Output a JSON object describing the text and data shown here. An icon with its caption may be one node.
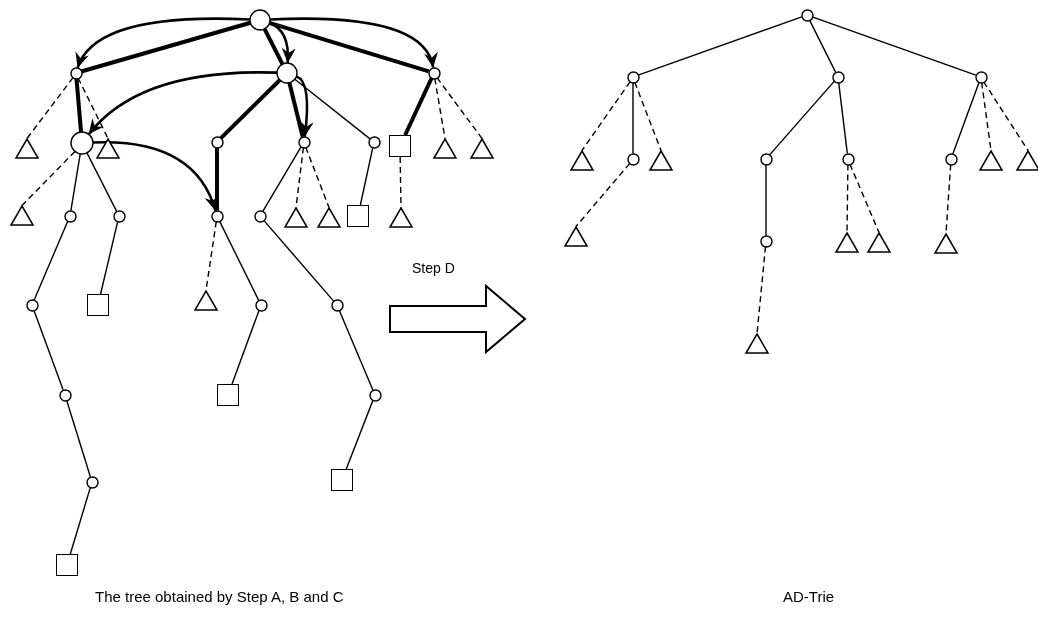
{
  "diagram": {
    "nodes": [
      {
        "text": [],
        "shape": "circle"
      },
      {
        "text": [],
        "shape": "circle"
      },
      {
        "text": [],
        "shape": "circle"
      },
      {
        "text": [],
        "shape": "circle"
      },
      {
        "text": [],
        "shape": "triangle"
      },
      {
        "text": [],
        "shape": "circle"
      },
      {
        "text": [],
        "shape": "triangle"
      },
      {
        "text": [],
        "shape": "circle"
      },
      {
        "text": [],
        "shape": "circle"
      },
      {
        "text": [],
        "shape": "circle"
      },
      {
        "text": [],
        "shape": "box"
      },
      {
        "text": [],
        "shape": "triangle"
      },
      {
        "text": [],
        "shape": "triangle"
      },
      {
        "text": [],
        "shape": "triangle"
      },
      {
        "text": [],
        "shape": "circle"
      },
      {
        "text": [],
        "shape": "circle"
      },
      {
        "text": [],
        "shape": "circle"
      },
      {
        "text": [],
        "shape": "circle"
      },
      {
        "text": [],
        "shape": "triangle"
      },
      {
        "text": [],
        "shape": "triangle"
      },
      {
        "text": [],
        "shape": "box"
      },
      {
        "text": [],
        "shape": "triangle"
      },
      {
        "text": [],
        "shape": "triangle"
      },
      {
        "text": [],
        "shape": "circle"
      },
      {
        "text": [],
        "shape": "box"
      },
      {
        "text": [],
        "shape": "circle"
      },
      {
        "text": [],
        "shape": "circle"
      },
      {
        "text": [],
        "shape": "circle"
      },
      {
        "text": [],
        "shape": "box"
      },
      {
        "text": [],
        "shape": "circle"
      },
      {
        "text": [],
        "shape": "box"
      },
      {
        "text": [],
        "shape": "circle"
      },
      {
        "text": [],
        "shape": "box"
      },
      {
        "text": [],
        "shape": "circle"
      },
      {
        "text": [],
        "shape": "circle"
      },
      {
        "text": [],
        "shape": "circle"
      },
      {
        "text": [],
        "shape": "circle"
      },
      {
        "text": [],
        "shape": "triangle"
      },
      {
        "text": [],
        "shape": "circle"
      },
      {
        "text": [],
        "shape": "triangle"
      },
      {
        "text": [],
        "shape": "circle"
      },
      {
        "text": [],
        "shape": "circle"
      },
      {
        "text": [],
        "shape": "circle"
      },
      {
        "text": [],
        "shape": "triangle"
      },
      {
        "text": [],
        "shape": "triangle"
      },
      {
        "text": [],
        "shape": "triangle"
      },
      {
        "text": [],
        "shape": "circle"
      },
      {
        "text": [],
        "shape": "triangle"
      },
      {
        "text": [],
        "shape": "triangle"
      },
      {
        "text": [],
        "shape": "triangle"
      },
      {
        "text": [],
        "shape": "triangle"
      }
    ],
    "edges": [
      {
        "from": 0,
        "to": 1,
        "arrow": "none",
        "style": "thick"
      },
      {
        "from": 0,
        "to": 2,
        "arrow": "none",
        "style": "thick"
      },
      {
        "from": 0,
        "to": 3,
        "arrow": "none",
        "style": "thick"
      },
      {
        "from": 1,
        "to": 4,
        "arrow": "none",
        "style": "dashed"
      },
      {
        "from": 1,
        "to": 5,
        "arrow": "none",
        "style": "thick"
      },
      {
        "from": 1,
        "to": 6,
        "arrow": "none",
        "style": "dashed"
      },
      {
        "from": 2,
        "to": 7,
        "arrow": "none",
        "style": "thick"
      },
      {
        "from": 2,
        "to": 8,
        "arrow": "none",
        "style": "thick"
      },
      {
        "from": 2,
        "to": 9,
        "arrow": "none"
      },
      {
        "from": 3,
        "to": 10,
        "arrow": "none",
        "style": "thick"
      },
      {
        "from": 3,
        "to": 11,
        "arrow": "none",
        "style": "dashed"
      },
      {
        "from": 3,
        "to": 12,
        "arrow": "none",
        "style": "dashed"
      },
      {
        "from": 5,
        "to": 13,
        "arrow": "none",
        "style": "dashed"
      },
      {
        "from": 5,
        "to": 14,
        "arrow": "none"
      },
      {
        "from": 5,
        "to": 15,
        "arrow": "none"
      },
      {
        "from": 7,
        "to": 16,
        "arrow": "none",
        "style": "thick"
      },
      {
        "from": 8,
        "to": 17,
        "arrow": "none"
      },
      {
        "from": 8,
        "to": 18,
        "arrow": "none",
        "style": "dashed"
      },
      {
        "from": 8,
        "to": 19,
        "arrow": "none",
        "style": "dashed"
      },
      {
        "from": 9,
        "to": 20,
        "arrow": "none"
      },
      {
        "from": 10,
        "to": 21,
        "arrow": "none",
        "style": "dashed"
      },
      {
        "from": 14,
        "to": 23,
        "arrow": "none"
      },
      {
        "from": 23,
        "to": 27,
        "arrow": "none"
      },
      {
        "from": 27,
        "to": 31,
        "arrow": "none"
      },
      {
        "from": 31,
        "to": 32,
        "arrow": "none"
      },
      {
        "from": 15,
        "to": 24,
        "arrow": "none"
      },
      {
        "from": 16,
        "to": 22,
        "arrow": "none",
        "style": "dashed"
      },
      {
        "from": 16,
        "to": 25,
        "arrow": "none"
      },
      {
        "from": 25,
        "to": 28,
        "arrow": "none"
      },
      {
        "from": 17,
        "to": 26,
        "arrow": "none"
      },
      {
        "from": 26,
        "to": 29,
        "arrow": "none"
      },
      {
        "from": 29,
        "to": 30,
        "arrow": "none"
      },
      {
        "from": 0,
        "to": 1,
        "arrow": "to"
      },
      {
        "from": 0,
        "to": 3,
        "arrow": "to"
      },
      {
        "from": 0,
        "to": 2,
        "arrow": "to"
      },
      {
        "from": 2,
        "to": 5,
        "arrow": "to"
      },
      {
        "from": 2,
        "to": 8,
        "arrow": "to"
      },
      {
        "from": 5,
        "to": 16,
        "arrow": "to"
      },
      {
        "from": 33,
        "to": 34,
        "arrow": "none"
      },
      {
        "from": 33,
        "to": 35,
        "arrow": "none"
      },
      {
        "from": 33,
        "to": 36,
        "arrow": "none"
      },
      {
        "from": 34,
        "to": 37,
        "arrow": "none",
        "style": "dashed"
      },
      {
        "from": 34,
        "to": 38,
        "arrow": "none"
      },
      {
        "from": 34,
        "to": 39,
        "arrow": "none",
        "style": "dashed"
      },
      {
        "from": 38,
        "to": 45,
        "arrow": "none",
        "style": "dashed"
      },
      {
        "from": 35,
        "to": 40,
        "arrow": "none"
      },
      {
        "from": 35,
        "to": 41,
        "arrow": "none"
      },
      {
        "from": 40,
        "to": 46,
        "arrow": "none"
      },
      {
        "from": 46,
        "to": 50,
        "arrow": "none",
        "style": "dashed"
      },
      {
        "from": 41,
        "to": 47,
        "arrow": "none",
        "style": "dashed"
      },
      {
        "from": 41,
        "to": 48,
        "arrow": "none",
        "style": "dashed"
      },
      {
        "from": 36,
        "to": 42,
        "arrow": "none"
      },
      {
        "from": 36,
        "to": 43,
        "arrow": "none",
        "style": "dashed"
      },
      {
        "from": 36,
        "to": 44,
        "arrow": "none",
        "style": "dashed"
      },
      {
        "from": 42,
        "to": 49,
        "arrow": "none",
        "style": "dashed"
      }
    ],
    "labels": [
      "Step D",
      "The tree obtained by Step A, B and C",
      "AD-Trie"
    ]
  }
}
